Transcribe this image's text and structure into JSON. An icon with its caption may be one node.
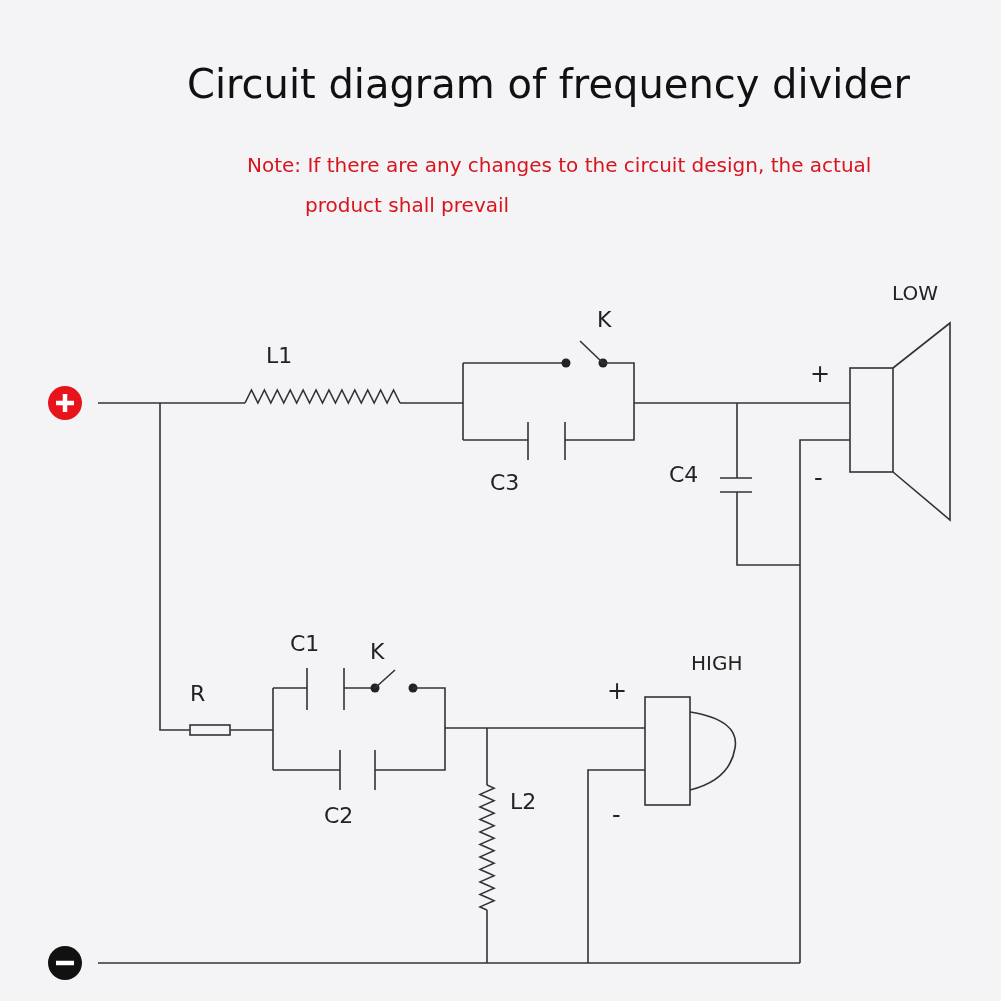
{
  "diagram": {
    "title": "Circuit diagram of frequency divider",
    "labels": [
      "Note: If there are any changes to the circuit design, the actual product shall prevail",
      "LOW",
      "K",
      "L1",
      "+",
      "C4",
      "-",
      "C3",
      "C1",
      "K",
      "HIGH",
      "+",
      "R",
      "L2",
      "-",
      "C2"
    ]
  }
}
